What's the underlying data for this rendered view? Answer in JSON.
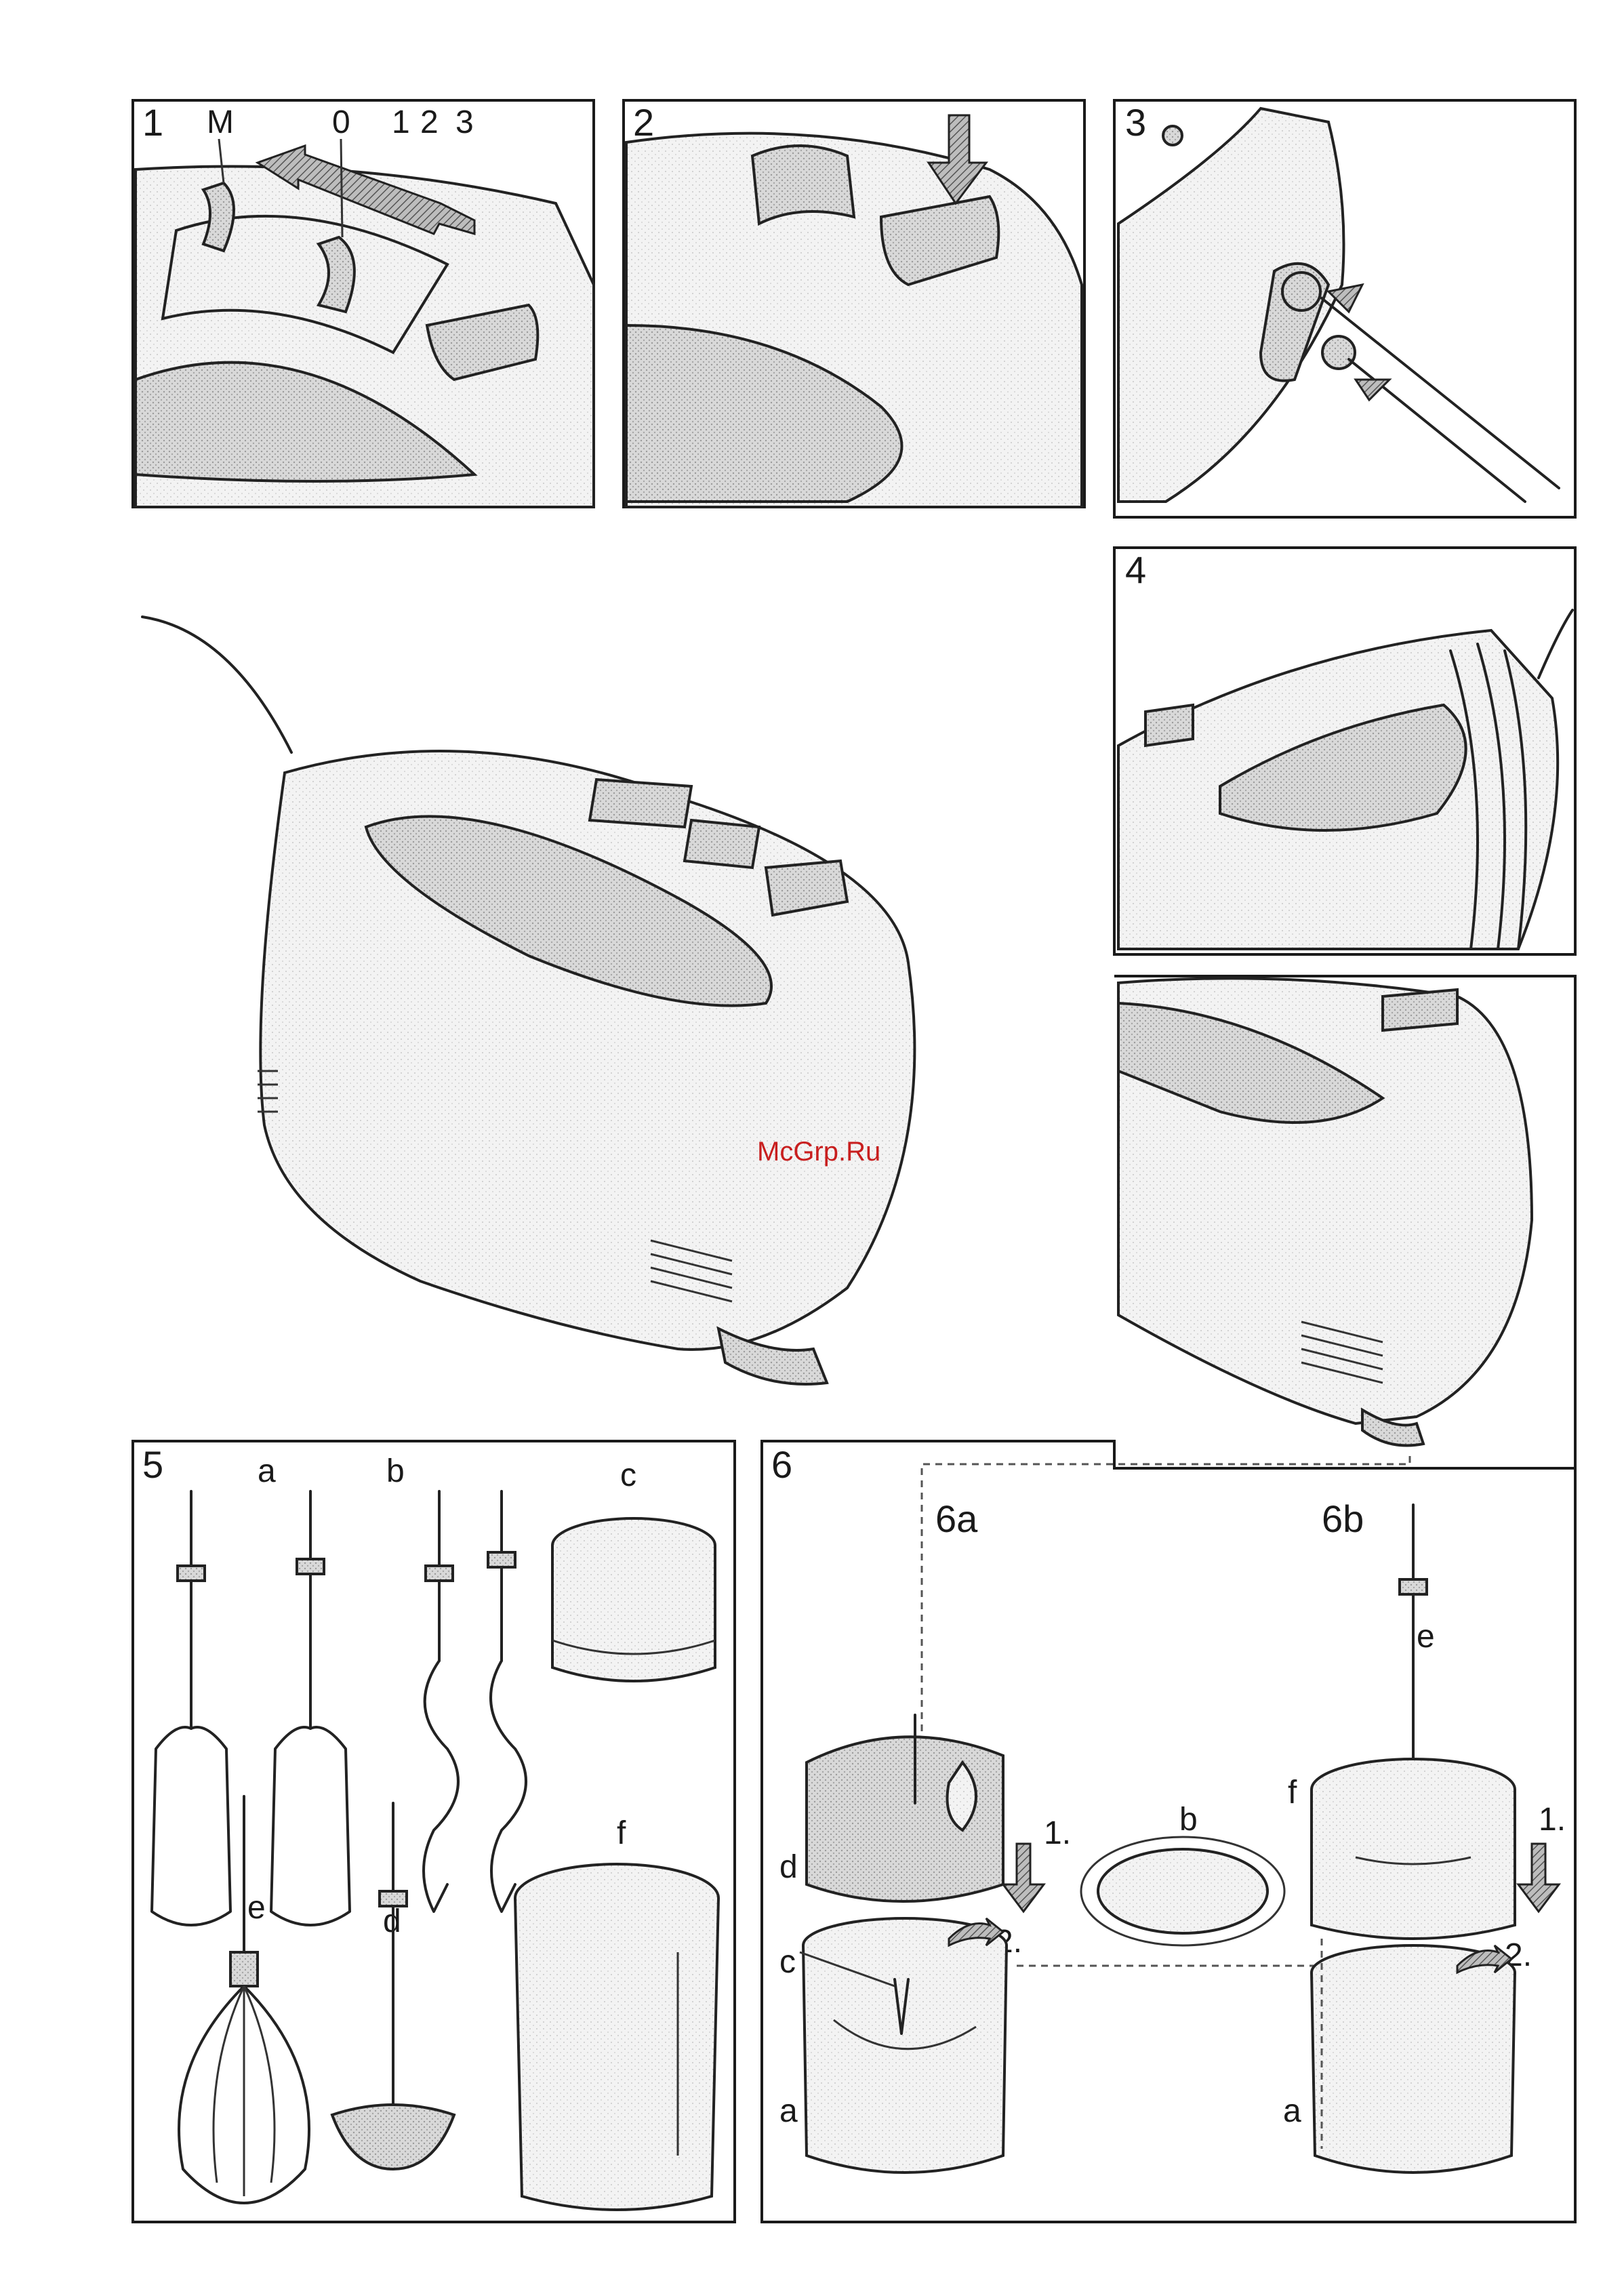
{
  "watermark": "McGrp.Ru",
  "panels": {
    "p1": {
      "number": "1",
      "speed_labels": [
        "M",
        "0",
        "1",
        "2",
        "3"
      ]
    },
    "p2": {
      "number": "2"
    },
    "p3": {
      "number": "3"
    },
    "p4": {
      "number": "4"
    },
    "p5": {
      "number": "5",
      "part_labels": {
        "a": "a",
        "b": "b",
        "c": "c",
        "d": "d",
        "e": "e",
        "f": "f"
      }
    },
    "p6": {
      "number": "6",
      "sub_a": "6a",
      "sub_b": "6b",
      "left_labels": {
        "d": "d",
        "c": "c",
        "a": "a"
      },
      "middle_label": "b",
      "right_labels": {
        "e": "e",
        "f": "f",
        "a": "a"
      },
      "steps": {
        "one": "1.",
        "two": "2."
      }
    }
  }
}
